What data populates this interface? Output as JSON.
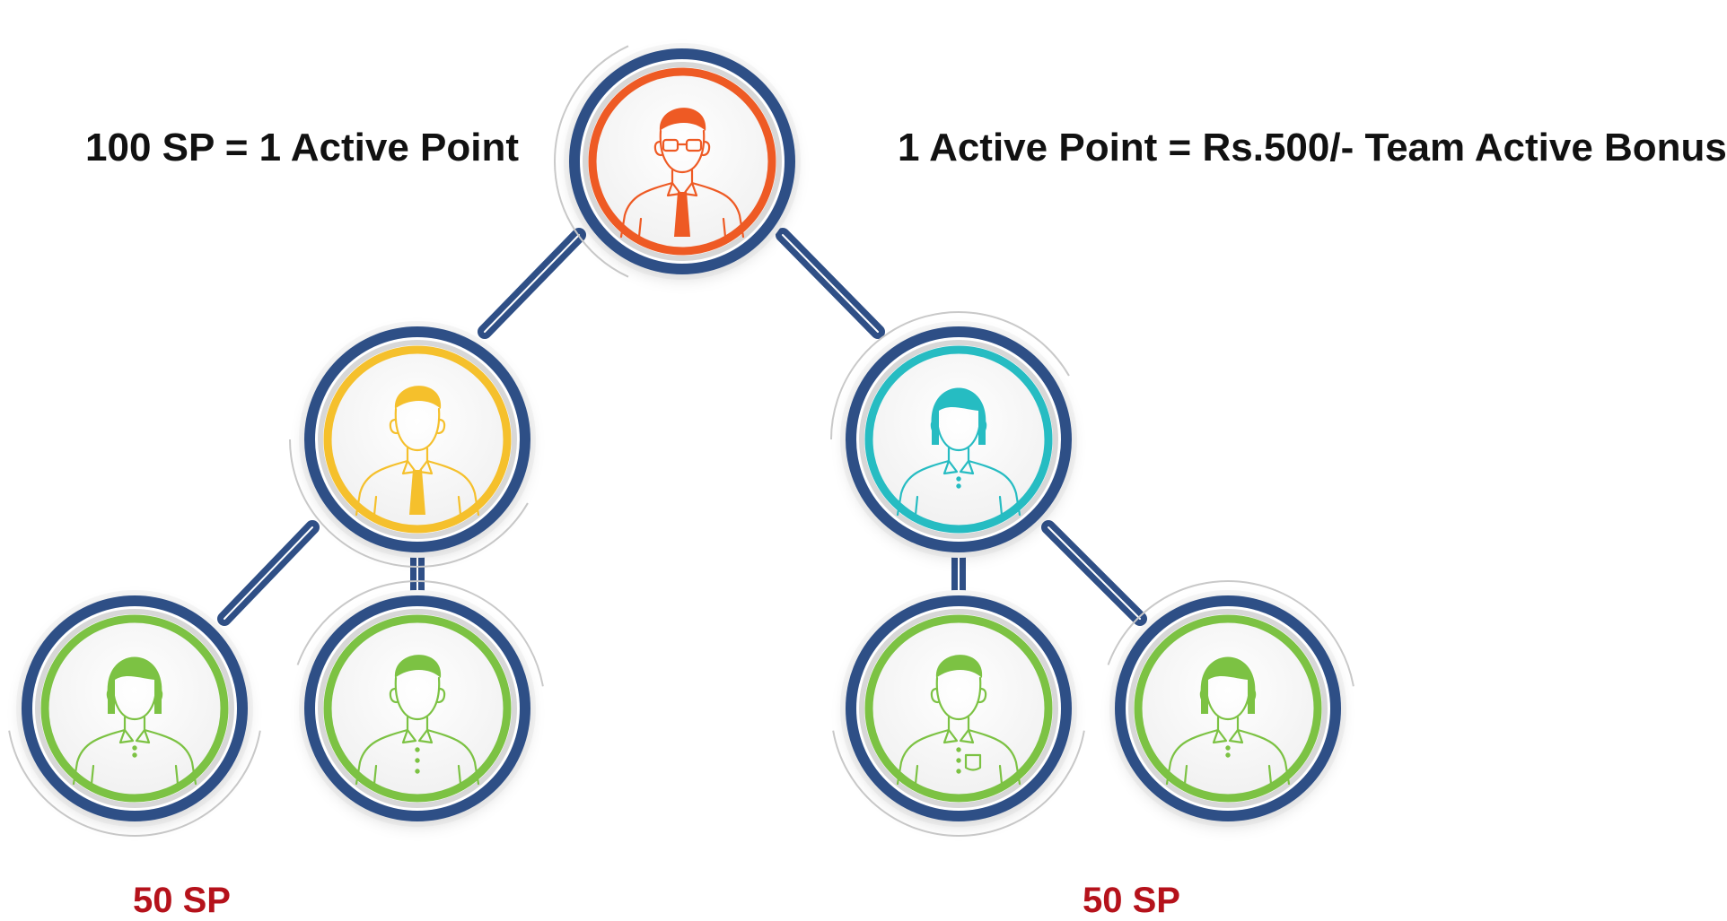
{
  "captions": {
    "left": "100 SP = 1 Active Point",
    "right": "1 Active Point = Rs.500/- Team Active Bonus"
  },
  "sp_labels": {
    "left": "50 SP",
    "right": "50 SP"
  },
  "colors": {
    "connector": "#2f4f86",
    "top_ring": "#ee5a24",
    "left_ring": "#f5c02c",
    "right_ring": "#26bcc2",
    "bottom_ring": "#7cc243",
    "sp_label": "#b5121b"
  },
  "nodes": [
    {
      "id": "top",
      "icon": "man-glasses-tie-icon",
      "ring": "top_ring"
    },
    {
      "id": "mid-left",
      "icon": "man-tie-icon",
      "ring": "left_ring"
    },
    {
      "id": "mid-right",
      "icon": "woman-icon",
      "ring": "right_ring"
    },
    {
      "id": "leaf-1",
      "icon": "woman-icon",
      "ring": "bottom_ring"
    },
    {
      "id": "leaf-2",
      "icon": "man-shirt-icon",
      "ring": "bottom_ring"
    },
    {
      "id": "leaf-3",
      "icon": "man-pocket-shirt-icon",
      "ring": "bottom_ring"
    },
    {
      "id": "leaf-4",
      "icon": "woman-bob-icon",
      "ring": "bottom_ring"
    }
  ]
}
